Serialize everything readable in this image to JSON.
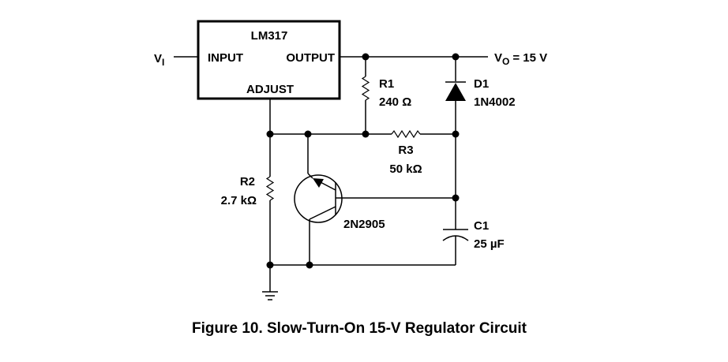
{
  "ic": {
    "name": "LM317",
    "input_label": "INPUT",
    "output_label": "OUTPUT",
    "adjust_label": "ADJUST"
  },
  "vin": {
    "label": "V",
    "sub": "I"
  },
  "vout": {
    "label": "V",
    "sub": "O",
    "value": "= 15 V"
  },
  "r1": {
    "ref": "R1",
    "value": "240 Ω"
  },
  "r2": {
    "ref": "R2",
    "value": "2.7 kΩ"
  },
  "r3": {
    "ref": "R3",
    "value": "50 kΩ"
  },
  "d1": {
    "ref": "D1",
    "value": "1N4002"
  },
  "c1": {
    "ref": "C1",
    "value": "25 µF"
  },
  "q1": {
    "value": "2N2905"
  },
  "caption": "Figure 10. Slow-Turn-On 15-V Regulator Circuit"
}
